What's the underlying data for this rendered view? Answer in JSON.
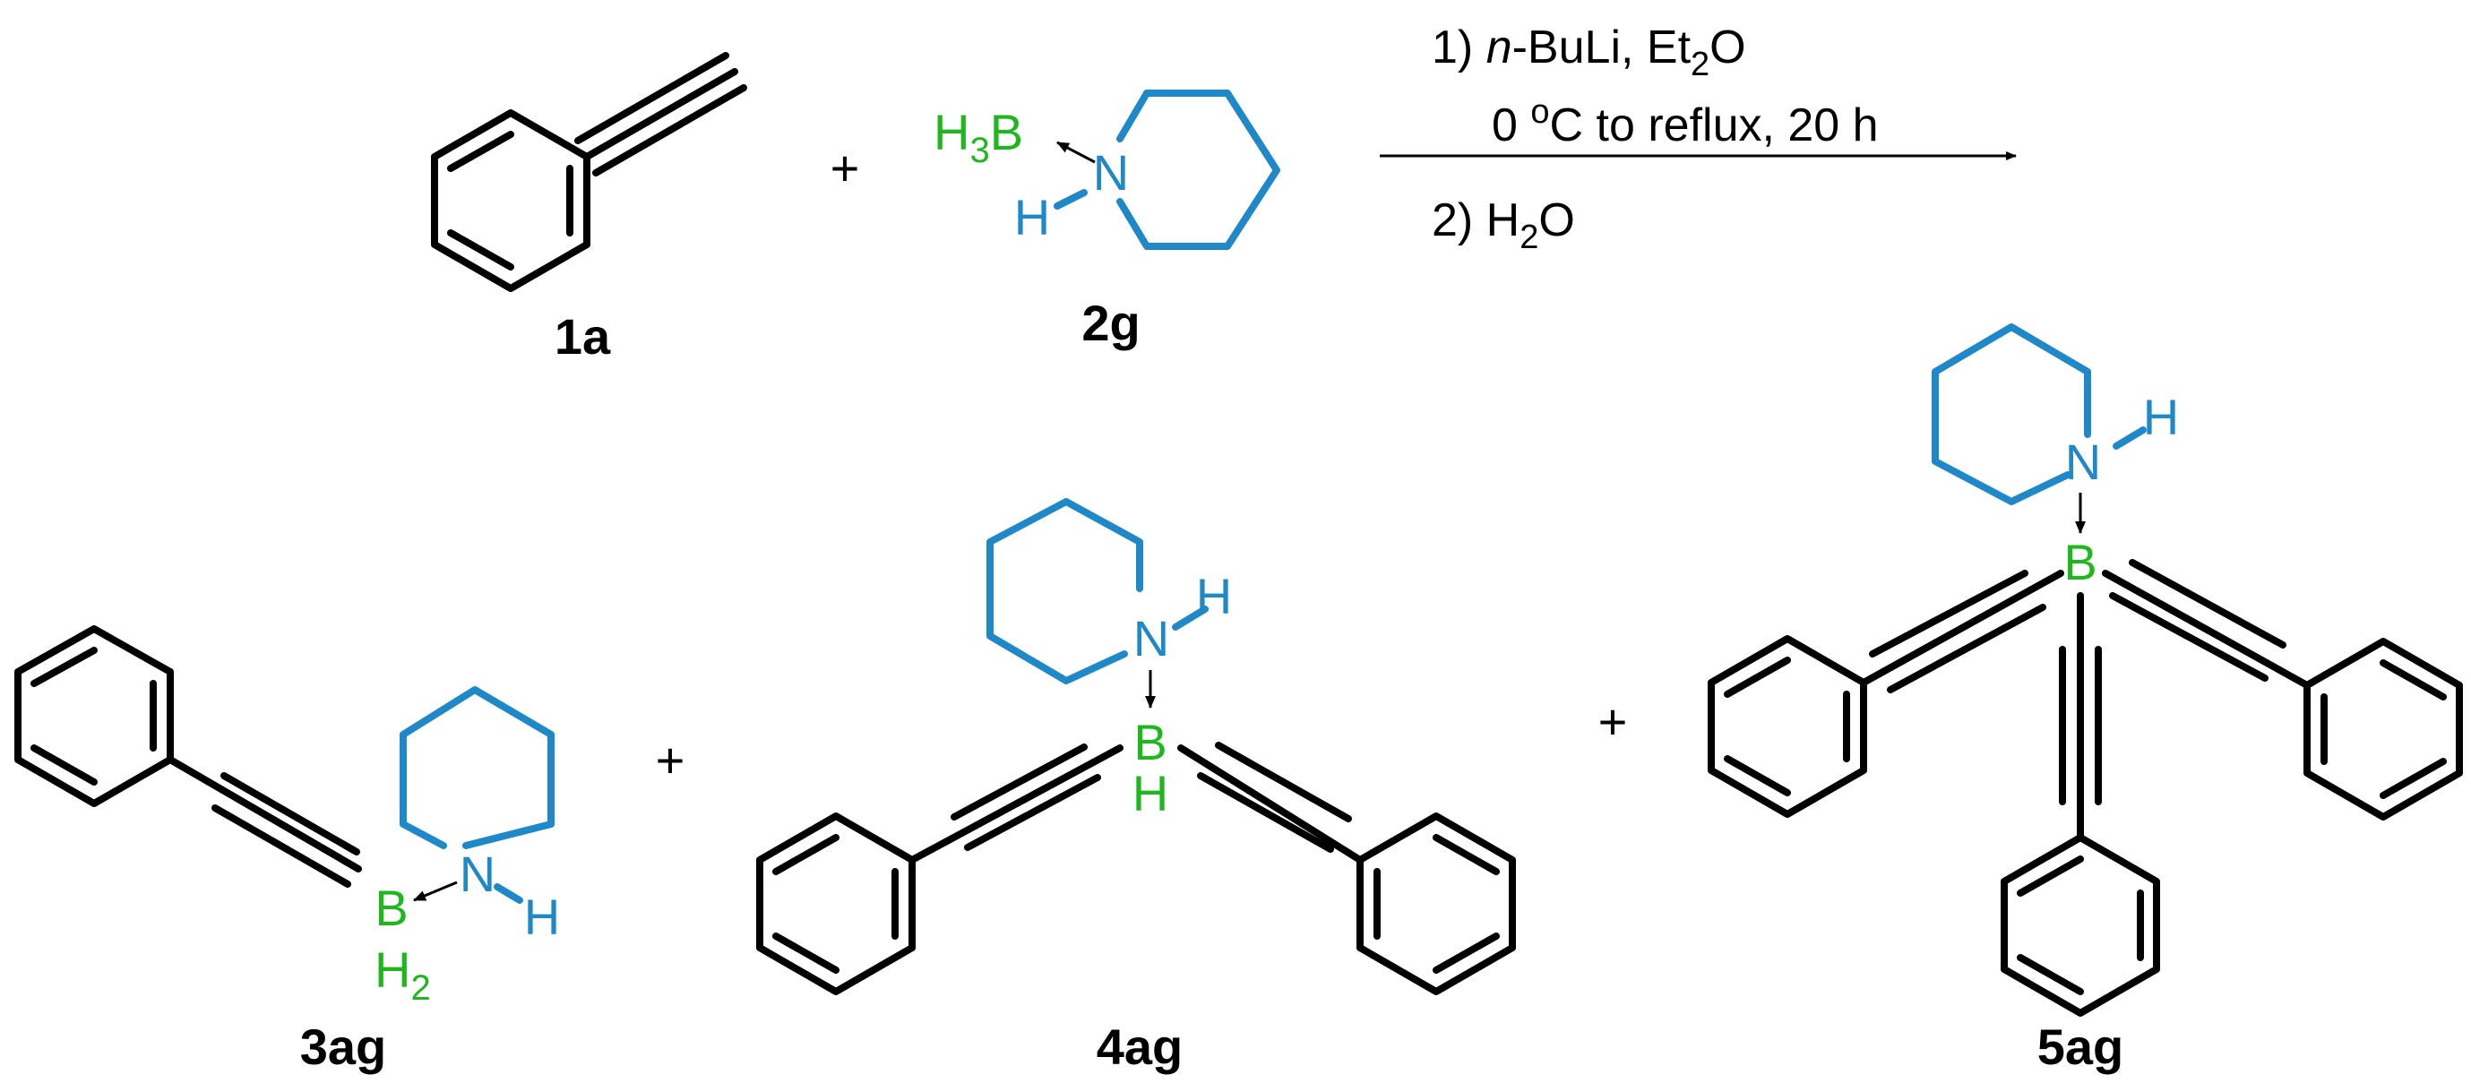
{
  "colors": {
    "bond": "#000000",
    "nitrogen": "#1f88c9",
    "boron": "#1eb81e"
  },
  "reaction": {
    "reagent_1_prefix": "1) ",
    "reagent_1_italic": "n",
    "reagent_1_main": "-BuLi, Et",
    "reagent_1_sub": "2",
    "reagent_1_suffix": "O",
    "conditions_temp": "0 ",
    "conditions_sup": "o",
    "conditions_rest": "C to reflux, 20 h",
    "reagent_2_prefix": "2) H",
    "reagent_2_sub": "2",
    "reagent_2_suffix": "O"
  },
  "labels": {
    "c1a": "1a",
    "c2g": "2g",
    "c3ag": "3ag",
    "c4ag": "4ag",
    "c5ag": "5ag"
  },
  "plus": "+",
  "atoms": {
    "B": "B",
    "H": "H",
    "N": "N",
    "H3": "3",
    "H2": "2"
  }
}
